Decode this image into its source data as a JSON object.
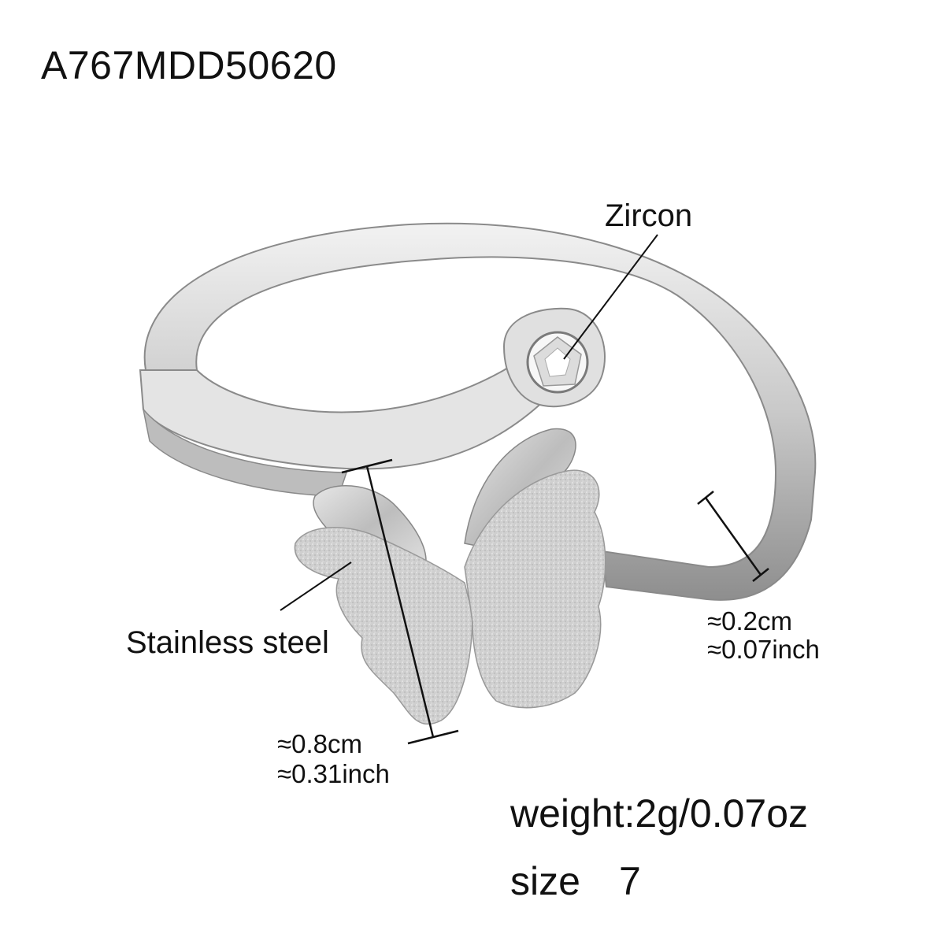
{
  "product": {
    "sku": "A767MDD50620",
    "weight": "weight:2g/0.07oz",
    "size_label": "size",
    "size_value": "7"
  },
  "callouts": {
    "stone": "Zircon",
    "material": "Stainless steel"
  },
  "dimensions": {
    "band_width_cm": "≈0.2cm",
    "band_width_inch": "≈0.07inch",
    "charm_height_cm": "≈0.8cm",
    "charm_height_inch": "≈0.31inch"
  },
  "colors": {
    "metal": "#d8d8d8",
    "metal_shadow": "#9a9a9a",
    "frosted": "#cfcfcf",
    "line": "#111111"
  }
}
